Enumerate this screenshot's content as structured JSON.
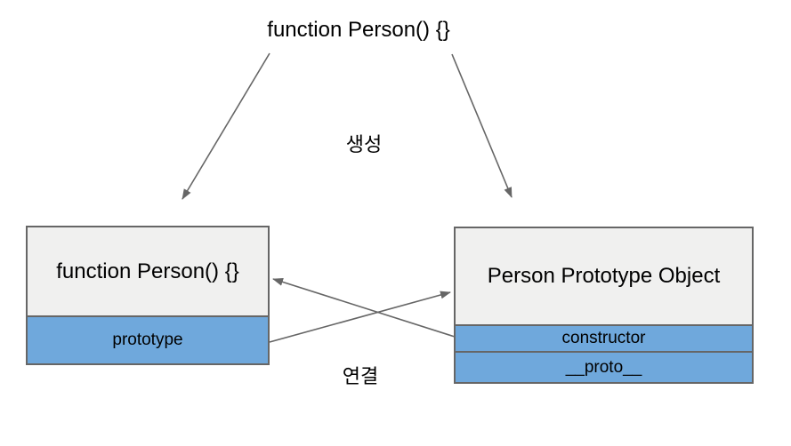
{
  "diagram": {
    "top_label": "function Person() {}",
    "create_label": "생성",
    "link_label": "연결",
    "left_box": {
      "title": "function Person() {}",
      "rows": [
        "prototype"
      ]
    },
    "right_box": {
      "title": "Person Prototype Object",
      "rows": [
        "constructor",
        "__proto__"
      ]
    },
    "colors": {
      "background": "#ffffff",
      "text": "#000000",
      "box_fill": "#f0f0ef",
      "row_fill": "#6fa8dc",
      "border": "#666666",
      "arrow": "#666666"
    }
  }
}
